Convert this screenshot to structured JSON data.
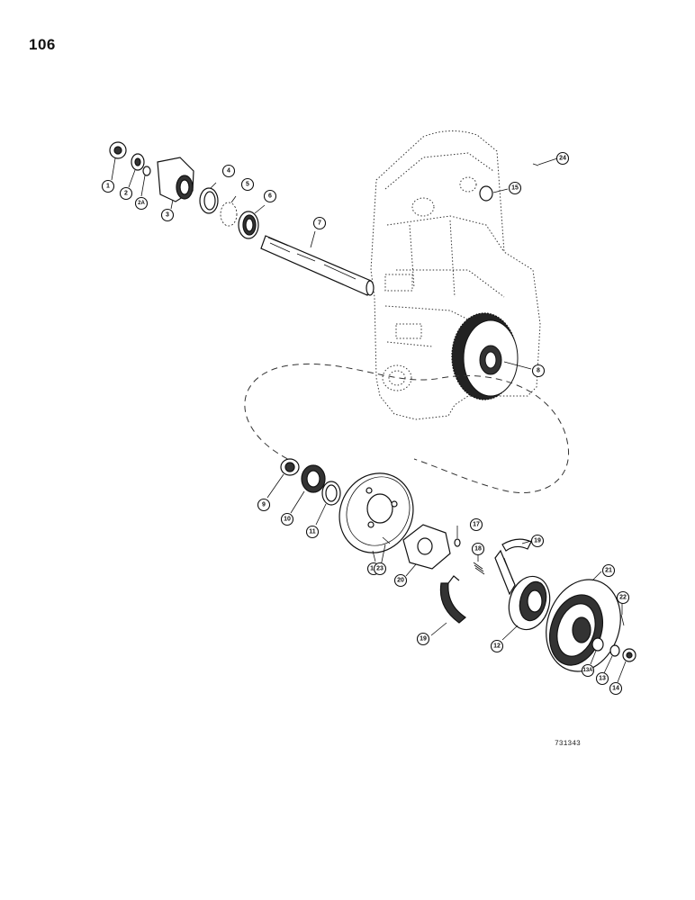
{
  "page_number": "106",
  "figure_code": "731343",
  "callouts": [
    {
      "label": "1"
    },
    {
      "label": "2"
    },
    {
      "label": "2A"
    },
    {
      "label": "3"
    },
    {
      "label": "4"
    },
    {
      "label": "5"
    },
    {
      "label": "6"
    },
    {
      "label": "7"
    },
    {
      "label": "8"
    },
    {
      "label": "9"
    },
    {
      "label": "10"
    },
    {
      "label": "11"
    },
    {
      "label": "12"
    },
    {
      "label": "13"
    },
    {
      "label": "13A"
    },
    {
      "label": "14"
    },
    {
      "label": "15"
    },
    {
      "label": "16"
    },
    {
      "label": "17"
    },
    {
      "label": "18"
    },
    {
      "label": "19"
    },
    {
      "label": "19"
    },
    {
      "label": "20"
    },
    {
      "label": "21"
    },
    {
      "label": "22"
    },
    {
      "label": "23"
    },
    {
      "label": "24"
    }
  ]
}
